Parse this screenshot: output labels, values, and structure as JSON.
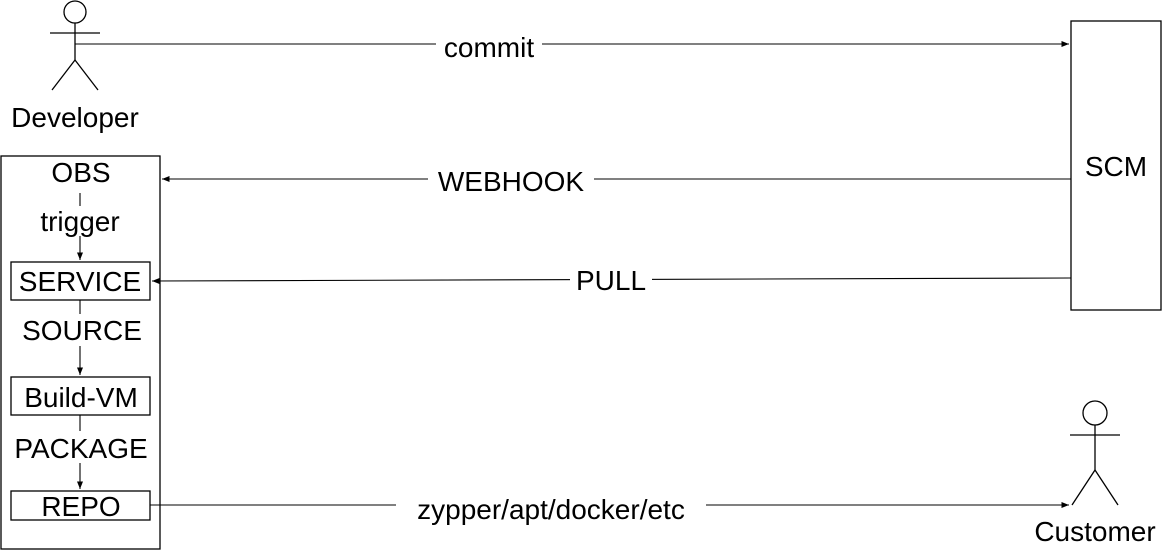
{
  "actors": {
    "developer": {
      "label": "Developer"
    },
    "customer": {
      "label": "Customer"
    }
  },
  "boxes": {
    "scm": {
      "label": "SCM"
    },
    "obs": {
      "label": "OBS"
    },
    "service": {
      "label": "SERVICE"
    },
    "build_vm": {
      "label": "Build-VM"
    },
    "repo": {
      "label": "REPO"
    }
  },
  "edges": {
    "commit": {
      "label": "commit"
    },
    "webhook": {
      "label": "WEBHOOK"
    },
    "pull": {
      "label": "PULL"
    },
    "trigger": {
      "label": "trigger"
    },
    "source": {
      "label": "SOURCE"
    },
    "package": {
      "label": "PACKAGE"
    },
    "distribute": {
      "label": "zypper/apt/docker/etc"
    }
  },
  "colors": {
    "stroke": "#000000",
    "background": "#ffffff"
  }
}
